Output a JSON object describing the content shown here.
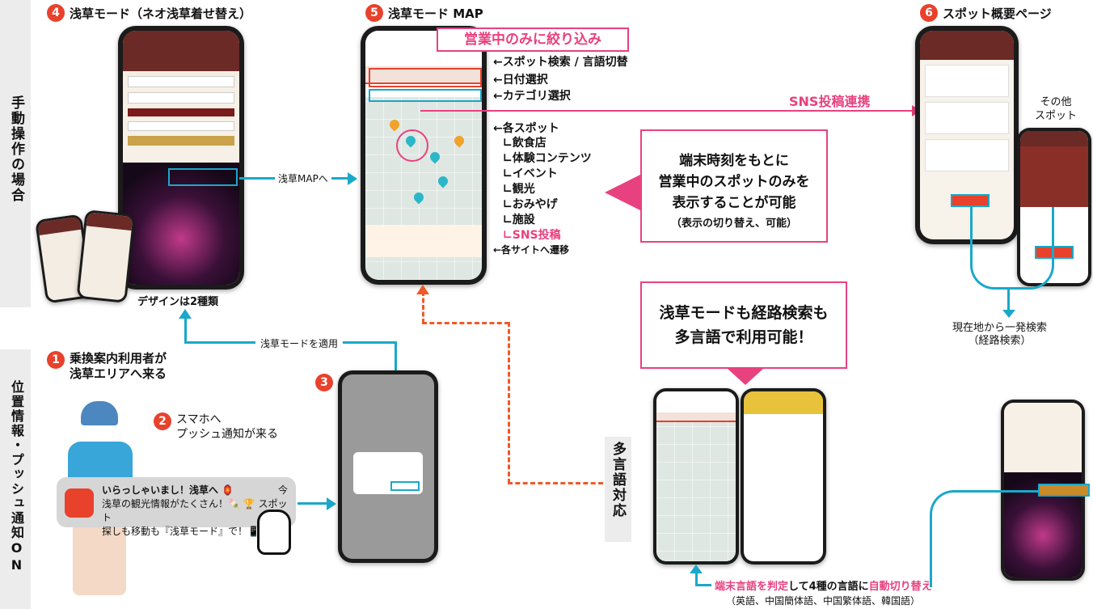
{
  "side_labels": {
    "manual": "手動操作の場合",
    "location": "位置情報・プッシュ通知ON",
    "multilingual": "多言語対応"
  },
  "steps": {
    "s4": {
      "num": "4",
      "title": "浅草モード（ネオ浅草着せ替え）"
    },
    "s5": {
      "num": "5",
      "title": "浅草モード MAP"
    },
    "s6": {
      "num": "6",
      "title": "スポット概要ページ"
    },
    "s1": {
      "num": "1",
      "line1": "乗換案内利用者が",
      "line2": "浅草エリアへ来る"
    },
    "s2": {
      "num": "2",
      "line1": "スマホへ",
      "line2": "プッシュ通知が来る"
    },
    "s3": {
      "num": "3"
    }
  },
  "labels": {
    "to_map": "浅草MAPへ",
    "design_two": "デザインは2種類",
    "apply_mode": "浅草モードを適用",
    "sns_link": "SNS投稿連携",
    "other_spot_1": "その他",
    "other_spot_2": "スポット",
    "route_1": "現在地から一発検索",
    "route_2": "（経路検索）",
    "lang_pink1": "端末言語を判定",
    "lang_mid": "して4種の言語に",
    "lang_pink2": "自動切り替え",
    "lang_sub": "（英語、中国簡体語、中国繁体語、韓国語）"
  },
  "map_annotations": {
    "filter_open": "営業中のみに絞り込み",
    "search_lang": "←スポット検索 / 言語切替",
    "date_select": "←日付選択",
    "category_select": "←カテゴリ選択",
    "each_spot": "←各スポット",
    "items": [
      "∟飲食店",
      "∟体験コンテンツ",
      "∟イベント",
      "∟観光",
      "∟おみやげ",
      "∟施設"
    ],
    "sns_item": "∟SNS投稿",
    "site_link": "←各サイトへ遷移"
  },
  "callouts": {
    "time_l1": "端末時刻をもとに",
    "time_l2": "営業中のスポットのみを",
    "time_l3": "表示することが可能",
    "time_sub": "（表示の切り替え、可能）",
    "multi_l1": "浅草モードも経路検索も",
    "multi_l2": "多言語で利用可能！"
  },
  "notification": {
    "line1": "いらっしゃいまし！浅草へ 🏮",
    "line2": "浅草の観光情報がたくさん！🍡 🏆 スポット",
    "line3": "探しも移動も『浅草モード』で！📱",
    "time": "今"
  },
  "colors": {
    "accent_red": "#e8412c",
    "pink": "#e8417f",
    "cyan": "#1aa8c9",
    "dashed_orange": "#f05a28",
    "maroon": "#6b2a26"
  }
}
